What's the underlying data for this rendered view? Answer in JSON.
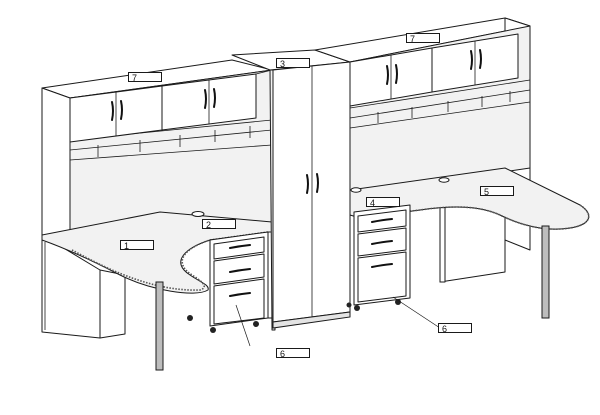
{
  "callouts": [
    "1",
    "2",
    "3",
    "4",
    "5",
    "6",
    "6",
    "7",
    "7"
  ]
}
